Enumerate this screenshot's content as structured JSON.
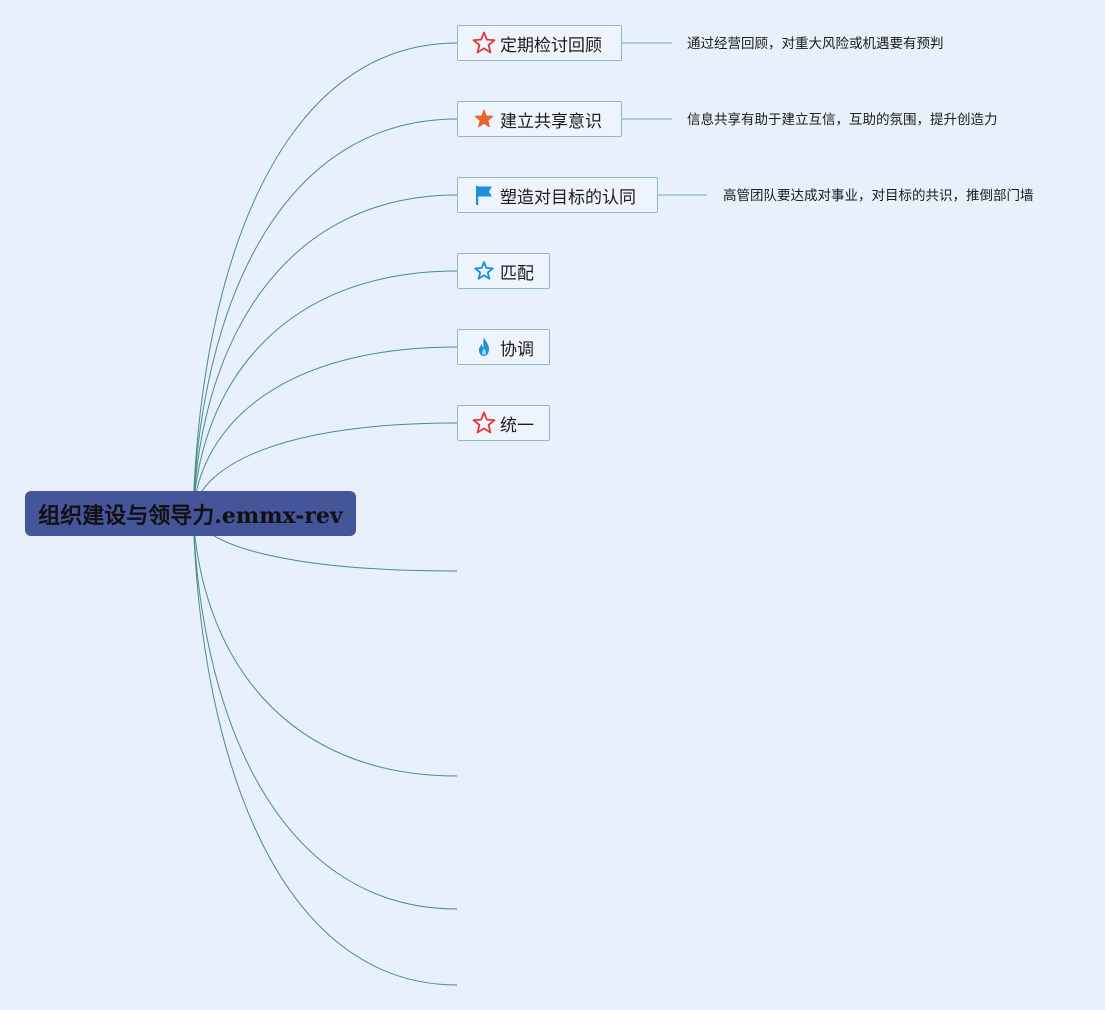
{
  "root": {
    "label": "组织建设与领导力.emmx-rev"
  },
  "topics": [
    {
      "id": "periodic-review",
      "label": "定期检讨回顾",
      "icon": "red-outline-star-icon",
      "note": "通过经营回顾，对重大风险或机遇要有预判"
    },
    {
      "id": "shared-awareness",
      "label": "建立共享意识",
      "icon": "orange-star-icon",
      "note": "信息共享有助于建立互信，互助的氛围，提升创造力"
    },
    {
      "id": "goal-identity",
      "label": "塑造对目标的认同",
      "icon": "blue-flag-icon",
      "note": "高管团队要达成对事业，对目标的共识，推倒部门墙"
    },
    {
      "id": "match",
      "label": "匹配",
      "icon": "blue-outline-star-icon",
      "note": ""
    },
    {
      "id": "coordinate",
      "label": "协调",
      "icon": "blue-flame-icon",
      "note": ""
    },
    {
      "id": "unify",
      "label": "统一",
      "icon": "red-outline-star-icon",
      "note": ""
    }
  ],
  "empty_branch_count": 4,
  "colors": {
    "background": "#e8f0fb",
    "root_fill": "#45559a",
    "connector": "#4a8c86",
    "node_border": "#8fb8c4",
    "red_star": "#e03a3a",
    "orange_star": "#e8662b",
    "blue_icon": "#1e8fd9"
  }
}
